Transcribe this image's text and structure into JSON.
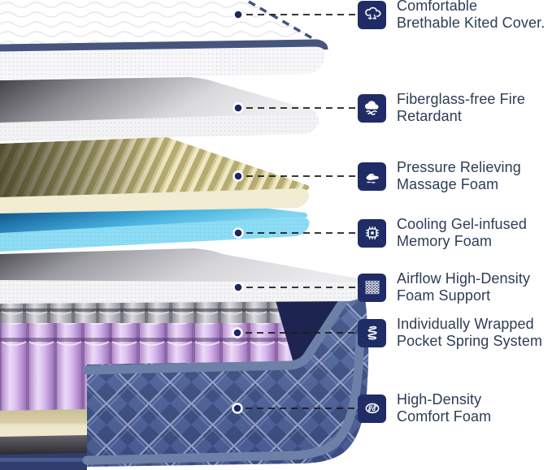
{
  "colors": {
    "icon_bg": "#202c66",
    "label_text": "#2d3d55",
    "leader_line": "#1b1b1b",
    "marker_dot": "#1c2660",
    "cover_trim_navy": "#45557e",
    "massage_foam_yellow": "#cdc48e",
    "gel_blue": "#7fd2ee",
    "spring_lavender": "#d9b6ea",
    "base_denim_navy": "#5d70a4"
  },
  "callouts": [
    {
      "icon": "breathable-cover-icon",
      "line1": "Comfortable",
      "line2": "Brethable Kited Cover."
    },
    {
      "icon": "fire-retardant-icon",
      "line1": "Fiberglass-free Fire",
      "line2": "Retardant"
    },
    {
      "icon": "pressure-relief-icon",
      "line1": "Pressure Relieving",
      "line2": "Massage Foam"
    },
    {
      "icon": "cooling-gel-icon",
      "line1": "Cooling Gel-infused",
      "line2": "Memory Foam"
    },
    {
      "icon": "foam-support-icon",
      "line1": "Airflow High-Density",
      "line2": "Foam Support"
    },
    {
      "icon": "pocket-spring-icon",
      "line1": "Individually Wrapped",
      "line2": "Pocket Spring System"
    },
    {
      "icon": "comfort-foam-icon",
      "line1": "High-Density",
      "line2": "Comfort Foam"
    }
  ]
}
